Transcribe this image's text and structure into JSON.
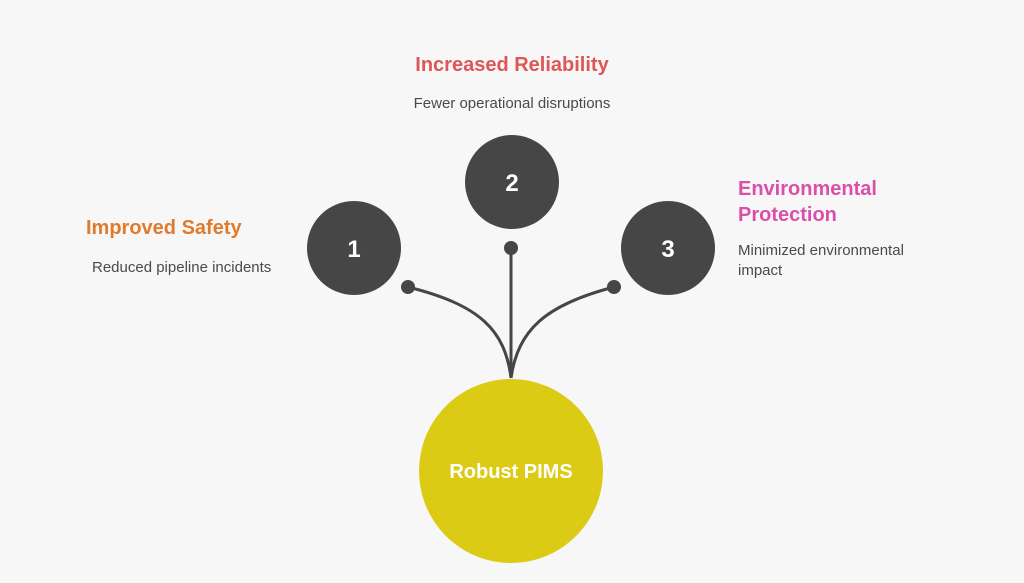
{
  "center": {
    "label": "Robust PIMS",
    "color": "#dccb14"
  },
  "node_color": "#464646",
  "connector_color": "#464646",
  "items": [
    {
      "number": "1",
      "title": "Improved Safety",
      "description": "Reduced pipeline incidents",
      "title_color": "#e07b2e"
    },
    {
      "number": "2",
      "title": "Increased Reliability",
      "description": "Fewer operational disruptions",
      "title_color": "#df5656"
    },
    {
      "number": "3",
      "title": "Environmental Protection",
      "description": "Minimized environmental impact",
      "title_color": "#d94fab"
    }
  ]
}
